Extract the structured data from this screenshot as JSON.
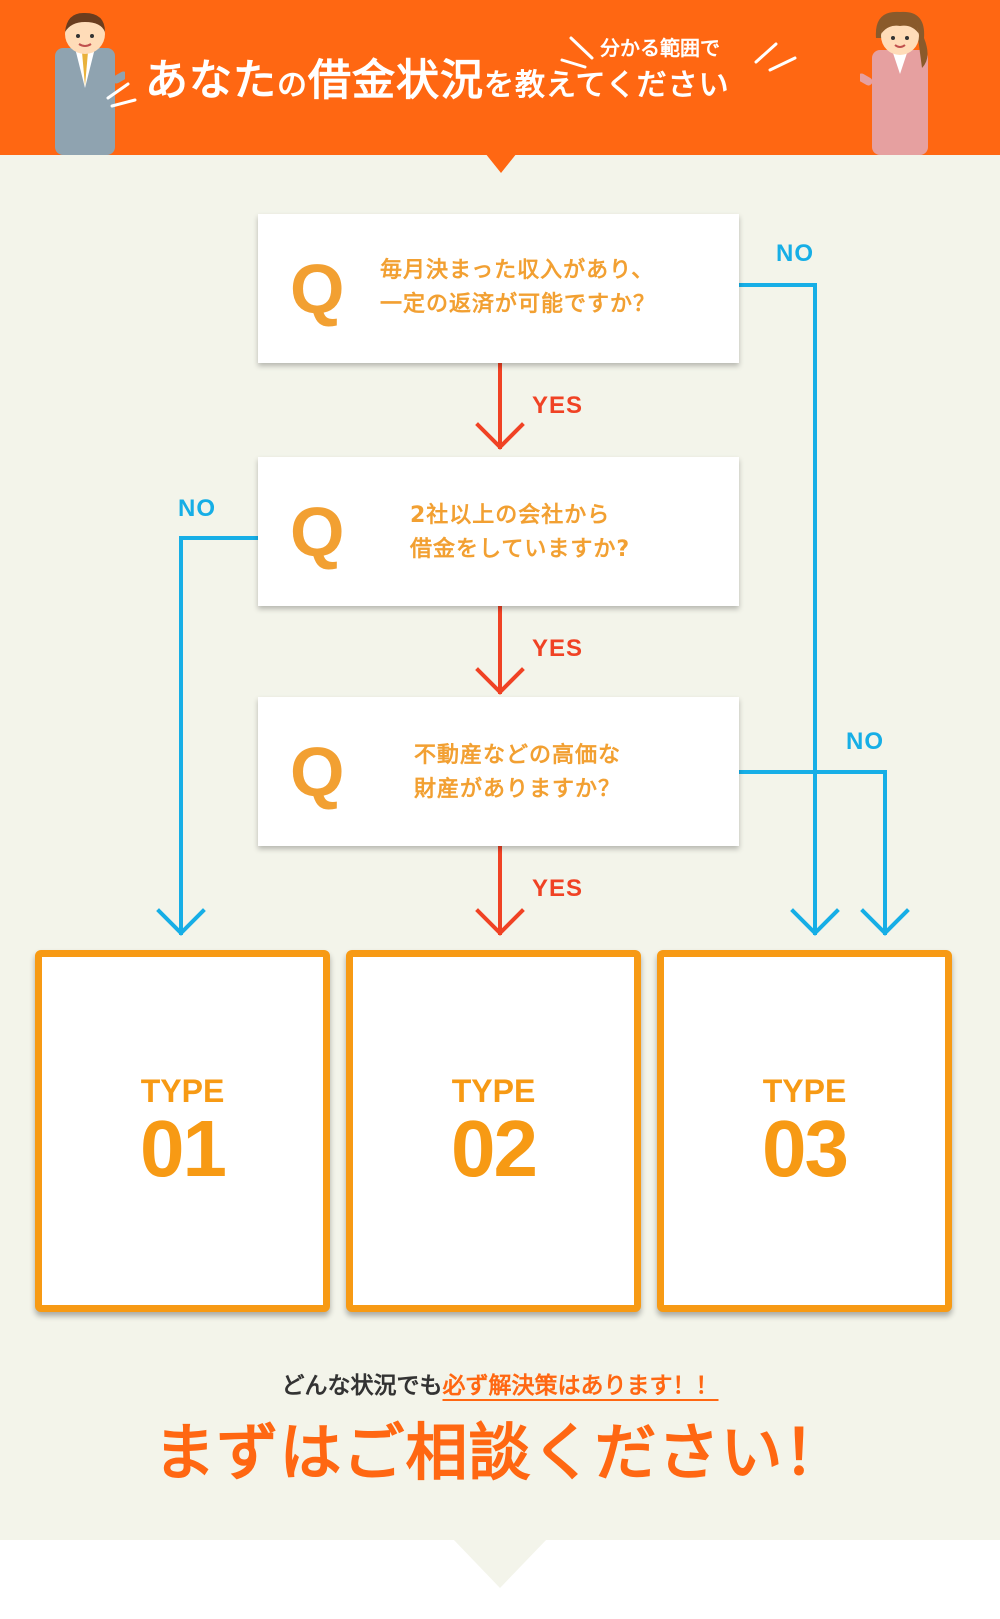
{
  "header": {
    "title_a": "あなた",
    "title_b": "の",
    "title_c": "借金状況",
    "title_d": "を教えてください",
    "subtitle": "分かる範囲で"
  },
  "questions": [
    {
      "q": "Q",
      "line1": "毎月決まった収入があり、",
      "line2": "一定の返済が可能ですか？"
    },
    {
      "q": "Q",
      "line1": "2社以上の会社から",
      "line2": "借金をしていますか?"
    },
    {
      "q": "Q",
      "line1": "不動産などの高価な",
      "line2": "財産がありますか？"
    }
  ],
  "labels": {
    "yes1": "YES",
    "yes2": "YES",
    "yes3": "YES",
    "no1": "NO",
    "no2": "NO",
    "no3": "NO"
  },
  "types": [
    {
      "word": "TYPE",
      "num": "01"
    },
    {
      "word": "TYPE",
      "num": "02"
    },
    {
      "word": "TYPE",
      "num": "03"
    }
  ],
  "closing": {
    "pre": "どんな状況でも",
    "emphasis": "必ず解決策はあります！！",
    "cta": "まずはご相談ください！"
  },
  "colors": {
    "header_orange": "#ff6712",
    "question_orange": "#f2a032",
    "type_orange": "#f79a14",
    "yes_red": "#f04224",
    "no_blue": "#16aee6",
    "background": "#f3f4ea"
  }
}
